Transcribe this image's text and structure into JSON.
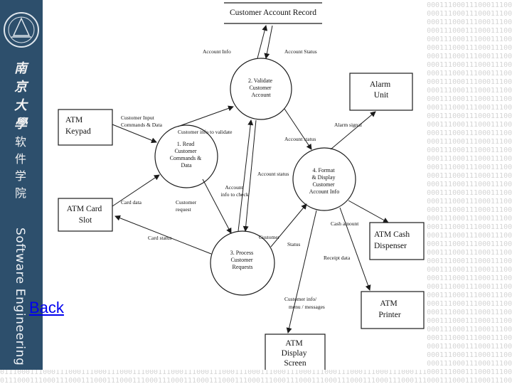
{
  "sidebar": {
    "chinese_chars": [
      "南",
      "京",
      "大",
      "學",
      "软",
      "件",
      "学",
      "院"
    ],
    "vertical_text": "Software Engineering",
    "color": "#2d4f6c"
  },
  "back_link": "Back",
  "diagram": {
    "datastore": "Customer Account Record",
    "processes": {
      "p1": [
        "1. Read",
        "Customer",
        "Commands &",
        "Data"
      ],
      "p2": [
        "2. Validate",
        "Customer",
        "Account"
      ],
      "p3": [
        "3. Process",
        "Customer",
        "Requests"
      ],
      "p4": [
        "4. Format",
        "& Display",
        "Customer",
        "Account Info"
      ]
    },
    "entities": {
      "keypad": [
        "ATM",
        "Keypad"
      ],
      "card_slot": [
        "ATM Card",
        "Slot"
      ],
      "alarm": [
        "Alarm",
        "Unit"
      ],
      "cash": [
        "ATM Cash",
        "Dispenser"
      ],
      "printer": [
        "ATM",
        "Printer"
      ],
      "display": [
        "ATM",
        "Display",
        "Screen"
      ]
    },
    "labels": {
      "account_info": "Account Info",
      "account_status_top": "Account Status",
      "customer_input": [
        "Customer Input",
        "Commands & Data"
      ],
      "customer_info_validate": "Customer info to validate",
      "alarm_signal": "Alarm signal",
      "account_status_p2p4": "Account status",
      "account_status_p3p4": "Account status",
      "account_info_to_check": [
        "Account",
        "info to check"
      ],
      "card_data": "Card data",
      "customer_request": [
        "Customer",
        "request"
      ],
      "card_status": "Card status",
      "customer_status": [
        "Customer",
        "Status"
      ],
      "cash_amount": "Cash amount",
      "receipt_data": "Receipt data",
      "customer_info_display": [
        "Customer info/",
        "menu / messages"
      ]
    }
  }
}
